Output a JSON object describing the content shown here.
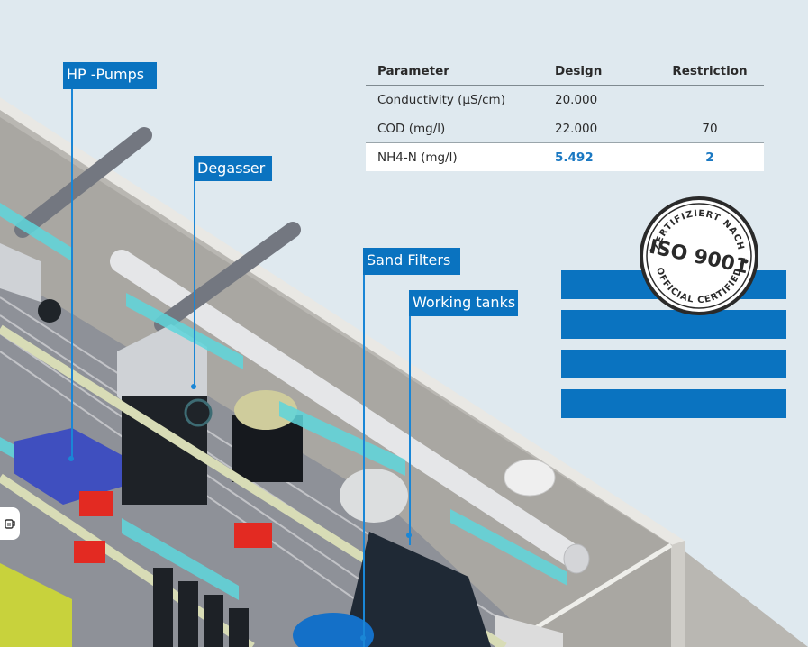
{
  "table": {
    "headers": [
      "Parameter",
      "Design",
      "Restriction"
    ],
    "rows": [
      {
        "parameter": "Conductivity (µS/cm)",
        "design": "20.000",
        "restriction": ""
      },
      {
        "parameter": "COD (mg/l)",
        "design": "22.000",
        "restriction": "70"
      },
      {
        "parameter": "NH4-N (mg/l)",
        "design": "5.492",
        "restriction": "2",
        "highlighted": true
      }
    ]
  },
  "callouts": {
    "hp_pumps": "HP -Pumps",
    "degasser": "Degasser",
    "sand_filters": "Sand Filters",
    "working_tanks": "Working tanks"
  },
  "stamp": {
    "top_text": "ZERTIFIZIERT NACH",
    "center_text": "ISO 9001",
    "bottom_text": "OFFICIAL CERTIFIED"
  },
  "side_button": {
    "icon": "cup-icon"
  },
  "colors": {
    "background": "#dfe9ef",
    "brand_blue": "#0a73c0",
    "leader_blue": "#1a86d6",
    "highlight_value": "#1a78c2"
  }
}
